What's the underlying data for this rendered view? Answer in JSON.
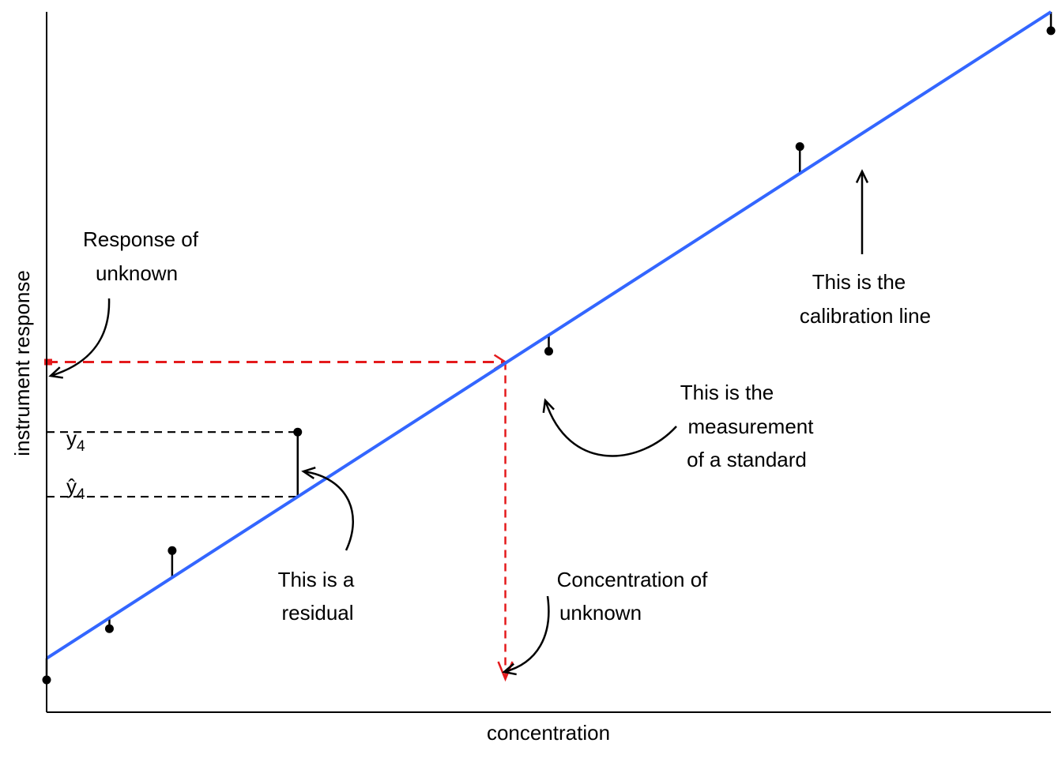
{
  "chart_data": {
    "type": "scatter",
    "title": "",
    "xlabel": "concentration",
    "ylabel": "instrument response",
    "xlim": [
      0,
      16
    ],
    "ylim": [
      -0.5,
      12.5
    ],
    "grid": false,
    "colors": {
      "fit_line": "#3366ff",
      "unknown": "#e41a1c",
      "points": "#000000"
    },
    "points": [
      {
        "x": 0,
        "y": 0.1
      },
      {
        "x": 1,
        "y": 1.05
      },
      {
        "x": 2,
        "y": 2.5
      },
      {
        "x": 4,
        "y": 4.7
      },
      {
        "x": 8,
        "y": 6.2
      },
      {
        "x": 12,
        "y": 10.0
      },
      {
        "x": 16,
        "y": 12.15
      }
    ],
    "fit": {
      "intercept": 0.5,
      "slope": 0.75
    },
    "unknown": {
      "y": 6.0
    },
    "highlight_index": 3,
    "y_marks": {
      "observed": "y",
      "fitted": "ŷ",
      "subscript": "4"
    },
    "annotations": {
      "response_unknown": [
        "Response of",
        "unknown"
      ],
      "calibration_line": [
        "This is the",
        "calibration line"
      ],
      "standard": [
        "This is the",
        "measurement",
        "of a standard"
      ],
      "residual": [
        "This is a",
        "residual"
      ],
      "conc_unknown": [
        "Concentration of",
        "unknown"
      ]
    }
  }
}
